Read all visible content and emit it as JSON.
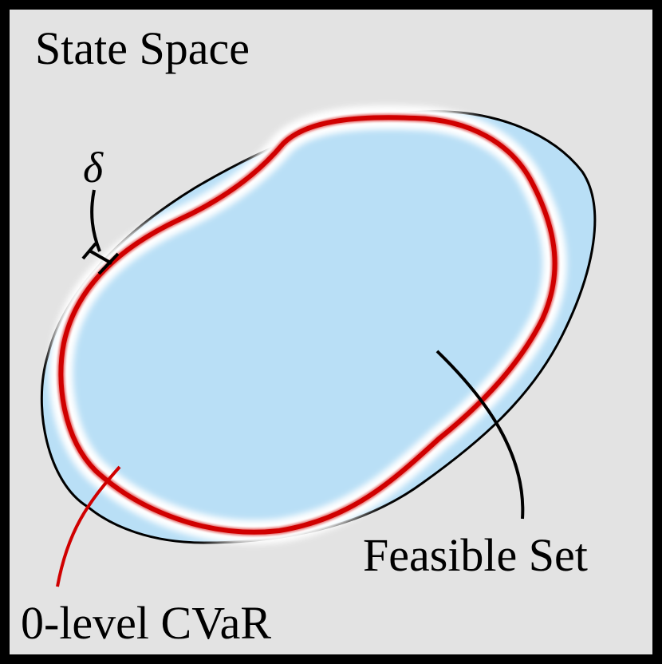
{
  "labels": {
    "state_space": "State Space",
    "delta": "δ",
    "feasible_set": "Feasible Set",
    "cvar_level": "0-level CVaR"
  },
  "colors": {
    "background": "#e3e3e3",
    "frame": "#000000",
    "feasible_fill": "#b9dff6",
    "margin_band": "#ffffff",
    "cvar_boundary": "#d00000",
    "leader_black": "#000000",
    "leader_red": "#d00000"
  }
}
